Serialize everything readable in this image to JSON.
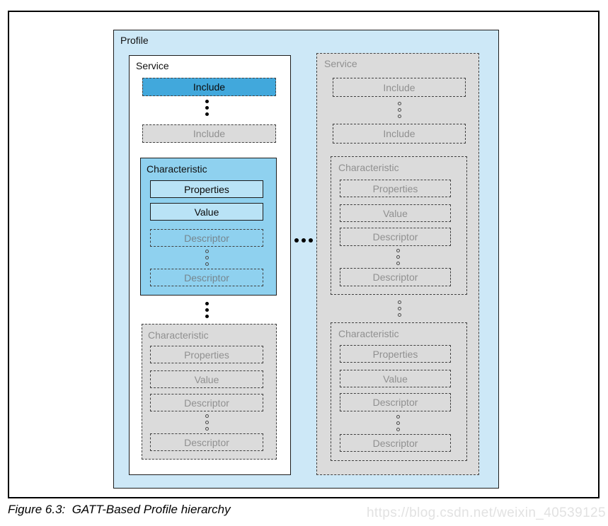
{
  "caption": "Figure 6.3:  GATT-Based Profile hierarchy",
  "watermark": "https://blog.csdn.net/weixin_40539125",
  "colors": {
    "profile_bg": "#cde8f7",
    "include_active_bg": "#41a8dc",
    "characteristic_active_bg": "#8fd1ef",
    "field_active_bg": "#b9e3f6",
    "inactive_bg": "#dbdbdb",
    "inactive_text": "#909090",
    "border_dark": "#1c1c1c"
  },
  "icons": {
    "vertical_ellipsis": "filled vertical three dots",
    "small_vertical_ellipsis": "hollow vertical three rings",
    "horizontal_ellipsis": "filled horizontal three dots"
  },
  "profile": {
    "label": "Profile",
    "service_left": {
      "label": "Service",
      "include_top": "Include",
      "include_more": "Include",
      "characteristic_top": {
        "label": "Characteristic",
        "properties": "Properties",
        "value": "Value",
        "descriptor_top": "Descriptor",
        "descriptor_more": "Descriptor"
      },
      "characteristic_more": {
        "label": "Characteristic",
        "properties": "Properties",
        "value": "Value",
        "descriptor_top": "Descriptor",
        "descriptor_more": "Descriptor"
      }
    },
    "service_right": {
      "label": "Service",
      "include_top": "Include",
      "include_more": "Include",
      "characteristic_top": {
        "label": "Characteristic",
        "properties": "Properties",
        "value": "Value",
        "descriptor_top": "Descriptor",
        "descriptor_more": "Descriptor"
      },
      "characteristic_more": {
        "label": "Characteristic",
        "properties": "Properties",
        "value": "Value",
        "descriptor_top": "Descriptor",
        "descriptor_more": "Descriptor"
      }
    }
  }
}
